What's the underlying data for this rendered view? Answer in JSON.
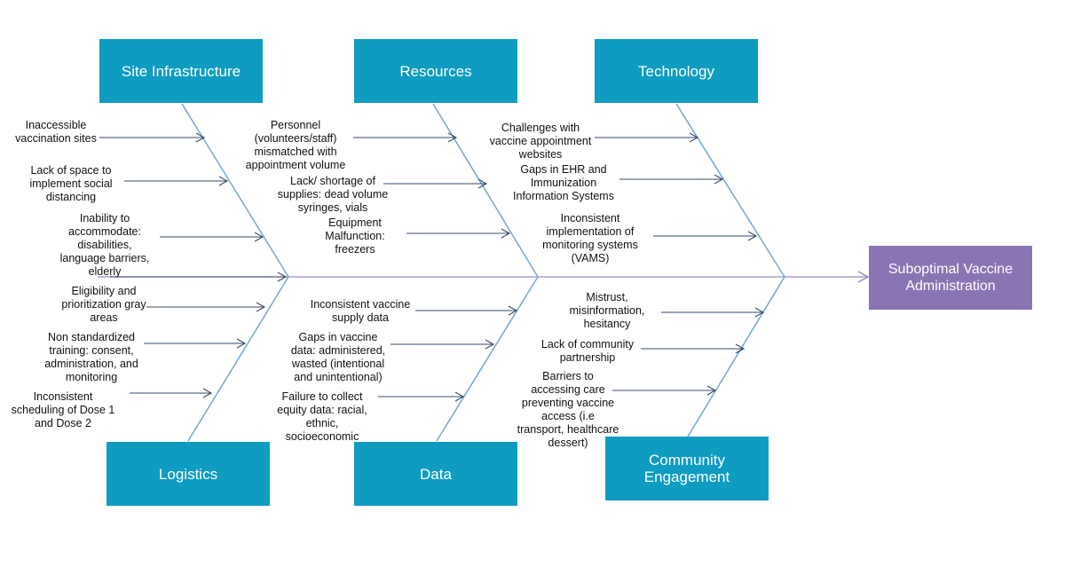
{
  "effect": {
    "label": "Suboptimal Vaccine Administration"
  },
  "categories": {
    "site_infrastructure": "Site Infrastructure",
    "resources": "Resources",
    "technology": "Technology",
    "logistics": "Logistics",
    "data": "Data",
    "community_engagement": "Community Engagement"
  },
  "causes": {
    "site_infrastructure": [
      "Inaccessible\nvaccination sites",
      "Lack of space to\nimplement social\ndistancing",
      "Inability to\naccommodate:\ndisabilities,\nlanguage barriers,\nelderly"
    ],
    "resources": [
      "Personnel\n(volunteers/staff)\nmismatched with\nappointment volume",
      "Lack/ shortage of\nsupplies: dead volume\nsyringes, vials",
      "Equipment\nMalfunction:\nfreezers"
    ],
    "technology": [
      "Challenges with\nvaccine appointment\nwebsites",
      "Gaps in EHR and\nImmunization\nInformation Systems",
      "Inconsistent\nimplementation of\nmonitoring systems\n(VAMS)"
    ],
    "logistics": [
      "Eligibility and\nprioritization gray\nareas",
      "Non standardized\ntraining: consent,\nadministration, and\nmonitoring",
      "Inconsistent\nscheduling of Dose 1\nand Dose 2"
    ],
    "data": [
      "Inconsistent vaccine\nsupply data",
      "Gaps in vaccine\ndata: administered,\nwasted (intentional\nand unintentional)",
      "Failure to collect\nequity data: racial,\nethnic,\nsocioeconomic"
    ],
    "community_engagement": [
      "Mistrust,\nmisinformation,\nhesitancy",
      "Lack of community\npartnership",
      "Barriers to\naccessing care\npreventing vaccine\naccess (i.e\ntransport, healthcare\ndessert)"
    ]
  },
  "colors": {
    "category_box": "#0e9cc1",
    "effect_box": "#8a74b2",
    "bone_line": "#6fa8d6",
    "arrow_line": "#3a4a6a",
    "spine_line": "#9b8cc0"
  }
}
